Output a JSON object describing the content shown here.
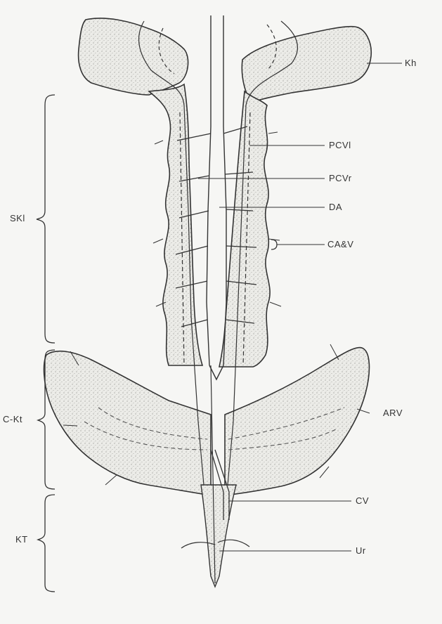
{
  "labels": {
    "kh": "Kh",
    "pcvl": "PCVl",
    "pcvr": "PCVr",
    "da": "DA",
    "calv": "CA&V",
    "arv": "ARV",
    "cv": "CV",
    "ur": "Ur",
    "skl": "SKl",
    "ckt": "C-Kt",
    "kt": "KT"
  },
  "colors": {
    "ink": "#333333",
    "tissue_fill": "#ecece8",
    "paper": "#f6f6f4"
  }
}
